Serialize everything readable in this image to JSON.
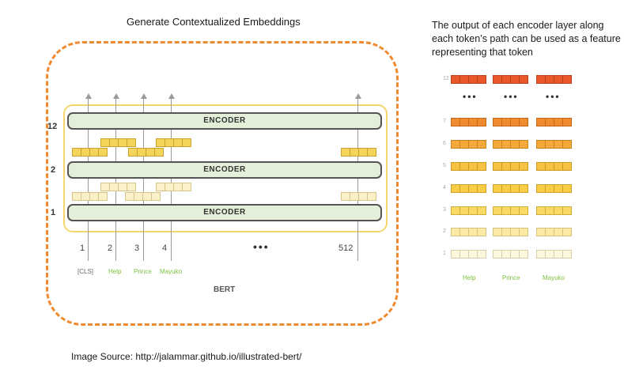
{
  "title": "Generate Contextualized Embeddings",
  "description": "The output of each encoder layer along each token’s path can be used as a feature representing that token",
  "source": "Image Source: http://jalammar.github.io/illustrated-bert/",
  "bert_label": "BERT",
  "encoders": [
    {
      "layer": "12",
      "label": "ENCODER"
    },
    {
      "layer": "2",
      "label": "ENCODER"
    },
    {
      "layer": "1",
      "label": "ENCODER"
    }
  ],
  "positions": [
    "1",
    "2",
    "3",
    "4",
    "512"
  ],
  "tokens": [
    "[CLS]",
    "Help",
    "Prince",
    "Mayuko"
  ],
  "ellipsis": "•••",
  "right_panel": {
    "layers": [
      "12",
      "7",
      "6",
      "5",
      "4",
      "3",
      "2",
      "1"
    ],
    "tokens": [
      "Help",
      "Prince",
      "Mayuko"
    ],
    "ellipsis": "•••",
    "colors": {
      "12": {
        "fill": "#e8582a",
        "border": "#b8401a"
      },
      "7": {
        "fill": "#f08a2e",
        "border": "#c26a1a"
      },
      "6": {
        "fill": "#f4a83a",
        "border": "#c78320"
      },
      "5": {
        "fill": "#f7c142",
        "border": "#c99a26"
      },
      "4": {
        "fill": "#f8cc45",
        "border": "#caa12e"
      },
      "3": {
        "fill": "#f9da63",
        "border": "#cfae3e"
      },
      "2": {
        "fill": "#fbe9a6",
        "border": "#d6c27c"
      },
      "1": {
        "fill": "#fdf6df",
        "border": "#d8cfa8"
      }
    }
  }
}
